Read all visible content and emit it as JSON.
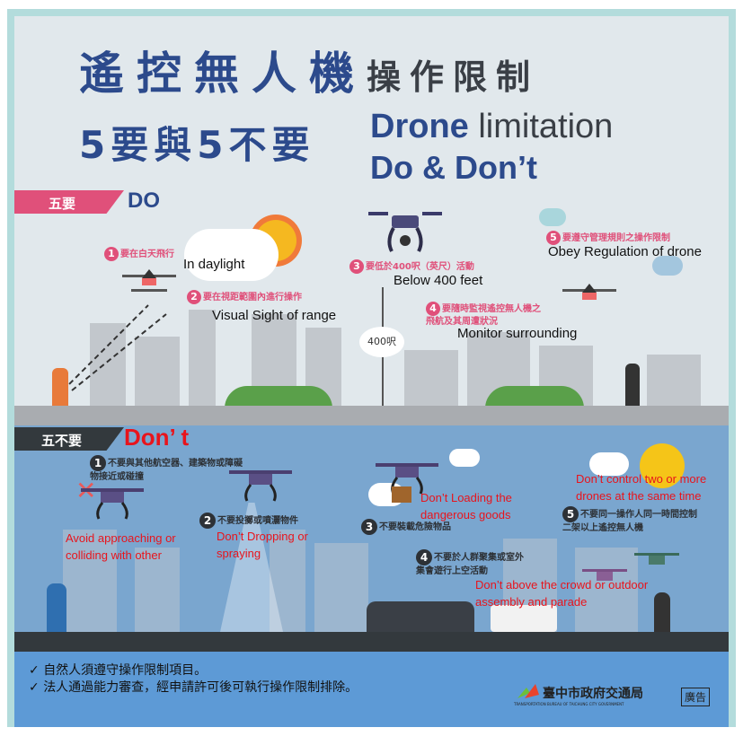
{
  "title": {
    "zh_main": "遙控無人機",
    "zh_sub": "操作限制",
    "line2_zh": "5要與5不要",
    "en_line1_bold": "Drone",
    "en_line1_rest": "limitation",
    "en_line2": "Do & Don’t"
  },
  "do_section": {
    "tag": "五要",
    "label": "DO",
    "items": [
      {
        "num": "1",
        "zh": "要在白天飛行",
        "en": "In daylight"
      },
      {
        "num": "2",
        "zh": "要在視距範圍內進行操作",
        "en": "Visual Sight of range"
      },
      {
        "num": "3",
        "zh": "要低於400呎（英尺）活動",
        "en": "Below 400 feet"
      },
      {
        "num": "4",
        "zh": "要隨時監視遙控無人機之飛航及其周遭狀況",
        "en": "Monitor surrounding"
      },
      {
        "num": "5",
        "zh": "要遵守管理規則之操作限制",
        "en": "Obey Regulation of drone"
      }
    ],
    "height_marker": "400呎"
  },
  "dont_section": {
    "tag": "五不要",
    "label": "Don’ t",
    "items": [
      {
        "num": "1",
        "zh": "不要與其他航空器、建築物或障礙物接近或碰撞",
        "en": "Avoid approaching or colliding with other"
      },
      {
        "num": "2",
        "zh": "不要投擲或噴灑物件",
        "en": "Don’t Dropping or spraying"
      },
      {
        "num": "3",
        "zh": "不要裝載危險物品",
        "en": "Don’t Loading the dangerous goods"
      },
      {
        "num": "4",
        "zh": "不要於人群聚集或室外集會遊行上空活動",
        "en": "Don’t above the crowd or outdoor assembly and parade"
      },
      {
        "num": "5",
        "zh": "不要同一操作人同一時間控制二架以上遙控無人機",
        "en": "Don’t control two or more drones at the same time"
      }
    ]
  },
  "footer": {
    "notes": [
      "自然人須遵守操作限制項目。",
      "法人通過能力審查，經申請許可後可執行操作限制排除。"
    ],
    "check_icon": "✓",
    "agency_zh": "臺中市政府交通局",
    "agency_en": "TRANSPORTATION BUREAU OF TAICHUNG CITY GOVERNMENT",
    "ad_label": "廣告"
  },
  "colors": {
    "pink": "#e0507a",
    "navy": "#2c4a8c",
    "red": "#e8141c",
    "footer_blue": "#5d9ad6"
  }
}
